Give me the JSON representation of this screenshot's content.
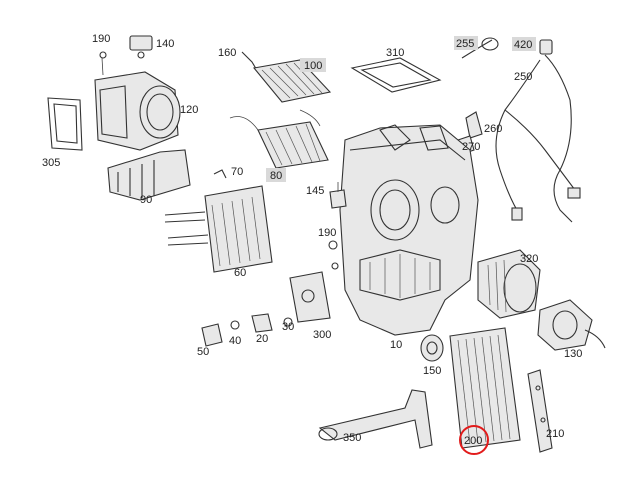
{
  "parts": {
    "p190a": "190",
    "p140": "140",
    "p160": "160",
    "p100": "100",
    "p310": "310",
    "p255": "255",
    "p420": "420",
    "p250": "250",
    "p120": "120",
    "p305": "305",
    "p260": "260",
    "p270": "270",
    "p80": "80",
    "p70": "70",
    "p145": "145",
    "p90": "90",
    "p190b": "190",
    "p320": "320",
    "p60": "60",
    "p300": "300",
    "p130": "130",
    "p50": "50",
    "p40": "40",
    "p20": "20",
    "p30": "30",
    "p10": "10",
    "p150": "150",
    "p210": "210",
    "p350": "350",
    "p200": "200"
  },
  "colors": {
    "highlight": "#e21b1b",
    "label_box": "#d9d9d9"
  }
}
